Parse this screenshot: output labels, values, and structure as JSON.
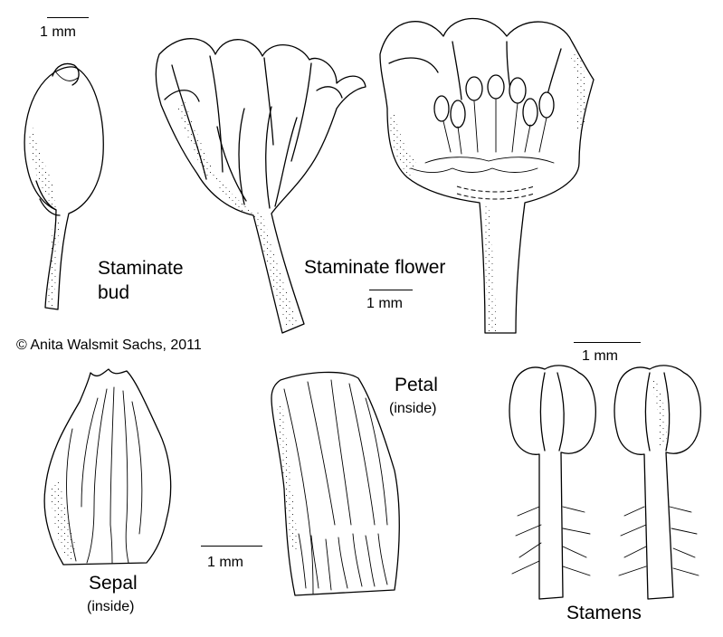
{
  "copyright": "© Anita Walsmit Sachs, 2011",
  "scale_bars": {
    "bud": "1 mm",
    "flower": "1 mm",
    "sepal_petal": "1 mm",
    "stamens": "1 mm"
  },
  "labels": {
    "staminate_bud_line1": "Staminate",
    "staminate_bud_line2": "bud",
    "staminate_flower": "Staminate flower",
    "sepal": "Sepal",
    "sepal_sub": "(inside)",
    "petal": "Petal",
    "petal_sub": "(inside)",
    "stamens": "Stamens"
  }
}
